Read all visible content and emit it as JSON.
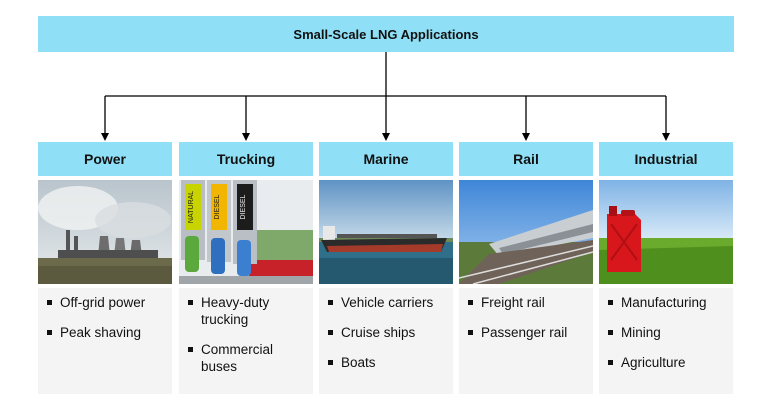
{
  "title": "Small-Scale LNG Applications",
  "columns": [
    {
      "label": "Power",
      "image": "power-plant-image",
      "items": [
        "Off-grid power",
        "Peak shaving"
      ]
    },
    {
      "label": "Trucking",
      "image": "fuel-pump-image",
      "items": [
        "Heavy-duty trucking",
        "Commercial buses"
      ]
    },
    {
      "label": "Marine",
      "image": "ship-image",
      "items": [
        "Vehicle carriers",
        "Cruise ships",
        "Boats"
      ]
    },
    {
      "label": "Rail",
      "image": "train-image",
      "items": [
        "Freight rail",
        "Passenger rail"
      ]
    },
    {
      "label": "Industrial",
      "image": "fuel-canister-image",
      "items": [
        "Manufacturing",
        "Mining",
        "Agriculture"
      ]
    }
  ],
  "image_text": {
    "pump_labels": [
      "NATURAL",
      "DIESEL",
      "DIESEL"
    ]
  },
  "colors": {
    "header_fill": "#8fe0f7",
    "list_fill": "#f4f4f4",
    "line": "#000000"
  }
}
